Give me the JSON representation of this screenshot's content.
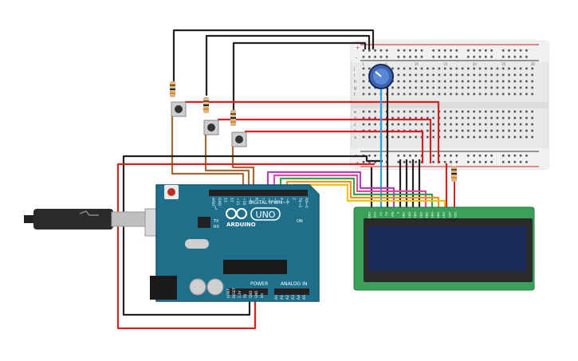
{
  "board": {
    "brand": "ARDUINO",
    "model": "UNO",
    "digital_label": "DIGITAL (PWM~)",
    "power_label": "POWER",
    "analog_label": "ANALOG IN",
    "on_label": "ON",
    "l_label": "L",
    "tx_label": "TX",
    "rx_label": "RX",
    "digital_pins": [
      "AREF",
      "GND",
      "13",
      "12",
      "~11",
      "~10",
      "~9",
      "8",
      "7",
      "~6",
      "~5",
      "4",
      "~3",
      "2",
      "TX→1",
      "RX←0"
    ],
    "power_pins": [
      "IOREF",
      "RESET",
      "3.3V",
      "5V",
      "GND",
      "GND",
      "Vin"
    ],
    "analog_pins": [
      "A0",
      "A1",
      "A2",
      "A3",
      "A4",
      "A5"
    ]
  },
  "lcd": {
    "pins": [
      "GND",
      "VCC",
      "V0",
      "RS",
      "RW",
      "E",
      "DB0",
      "DB1",
      "DB2",
      "DB3",
      "DB4",
      "DB5",
      "DB6",
      "DB7",
      "LED",
      "LED"
    ]
  },
  "breadboard": {
    "row_letters_top": [
      "j",
      "i",
      "h",
      "g",
      "f"
    ],
    "row_letters_bottom": [
      "e",
      "d",
      "c",
      "b",
      "a"
    ],
    "column_numbers": [
      "1",
      "",
      "",
      "",
      "5",
      "",
      "",
      "",
      "",
      "10",
      "",
      "",
      "",
      "",
      "15",
      "",
      "",
      "",
      "",
      "20",
      "",
      "",
      "",
      "",
      "25",
      "",
      "",
      "",
      "",
      "30"
    ],
    "rail_plus": "+",
    "rail_minus": "-"
  },
  "colors": {
    "board": "#1f6f8b",
    "lcd_pcb": "#3aa05a",
    "lcd_screen": "#1a2a5a",
    "wire_red": "#d42020",
    "wire_black": "#222222",
    "wire_brown": "#a06a3a",
    "wire_blue": "#2a9fd8",
    "wire_green": "#2aa84a",
    "wire_yellow": "#e8c21a",
    "wire_orange": "#f0901a",
    "wire_purple": "#b040c0",
    "wire_pink": "#e04aa0"
  }
}
